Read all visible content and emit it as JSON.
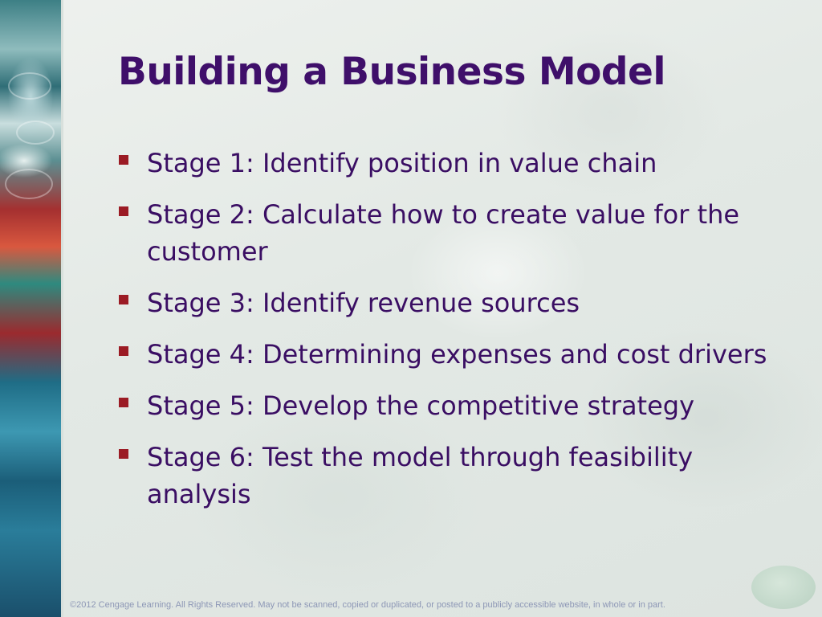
{
  "slide": {
    "title": "Building a Business Model",
    "bullets": [
      "Stage 1: Identify position in value chain",
      "Stage 2: Calculate how to create value for the customer",
      "Stage 3: Identify revenue sources",
      "Stage 4: Determining expenses and cost drivers",
      "Stage 5: Develop the competitive strategy",
      "Stage 6: Test the model through feasibility analysis"
    ],
    "footer": "©2012 Cengage Learning. All Rights Reserved. May not be scanned, copied or duplicated, or posted to a publicly accessible website, in whole or in part."
  },
  "colors": {
    "title": "#3f0f6a",
    "body_text": "#3a0e63",
    "bullet_marker": "#9b1b24",
    "footer_text": "#8d97b6"
  },
  "icons": {
    "bullet": "square-bullet-icon"
  }
}
